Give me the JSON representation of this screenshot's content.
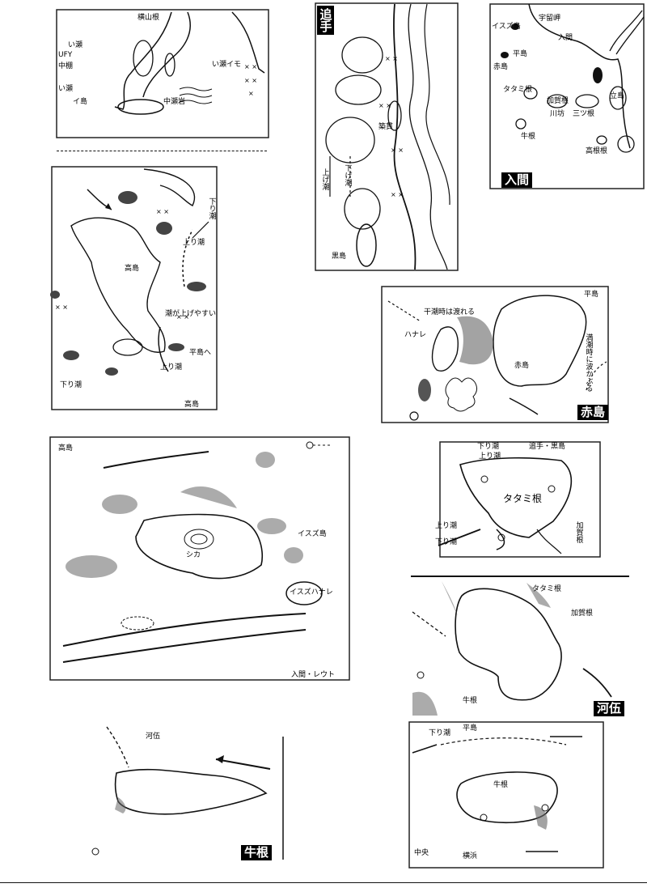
{
  "maps": {
    "top_left": {
      "labels": [
        "横山根",
        "い瀬",
        "UFY",
        "中棚",
        "い瀬イモ",
        "い瀬",
        "イ島",
        "中瀬岩"
      ]
    },
    "ote": {
      "title": "追手",
      "labels": [
        "上げ潮",
        "下げ潮",
        "築貫",
        "黒島"
      ]
    },
    "iruma": {
      "title": "入間",
      "labels": [
        "イスズ島",
        "平島",
        "赤島",
        "タタミ根",
        "加賀根",
        "川坊",
        "三ツ根",
        "牛根",
        "高根根",
        "立島",
        "入間",
        "宇留岬"
      ]
    },
    "takashima": {
      "labels": [
        "下り潮",
        "上り潮",
        "高島",
        "潮が上げやすい",
        "平島へ",
        "上り潮",
        "下り潮",
        "高島"
      ]
    },
    "akashima": {
      "title": "赤島",
      "labels": [
        "干潮時は渡れる",
        "ハナレ",
        "赤島",
        "平島",
        "満潮時に波かぶる"
      ]
    },
    "shika": {
      "labels": [
        "高島",
        "シカ",
        "イスズ島",
        "イスズハナレ",
        "入間・レウト"
      ]
    },
    "tatami": {
      "labels": [
        "下り潮",
        "追手・黒島",
        "上り潮",
        "タタミ根",
        "上り潮",
        "下り潮",
        "加賀根"
      ]
    },
    "kawago": {
      "title": "河伍",
      "labels": [
        "タタミ根",
        "加賀根",
        "牛根"
      ]
    },
    "ushine": {
      "title": "牛根",
      "labels": [
        "河伍"
      ]
    },
    "bottom_right": {
      "labels": [
        "下り潮",
        "平島",
        "牛根",
        "中央",
        "横浜"
      ]
    }
  }
}
